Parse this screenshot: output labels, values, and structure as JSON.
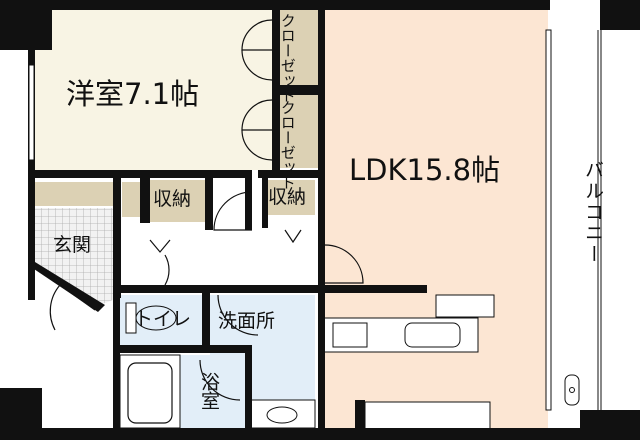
{
  "rooms": {
    "western_room": "洋室7.1帖",
    "ldk": "LDK15.8帖",
    "closet_1": "クローゼット",
    "closet_2": "クローゼット",
    "storage_1": "収納",
    "storage_2": "収納",
    "entrance": "玄関",
    "toilet": "トイレ",
    "washroom": "洗面所",
    "bathroom": "浴室",
    "balcony": "バルコニー"
  },
  "colors": {
    "wall": "#111111",
    "western_room": "#f8f4e4",
    "ldk": "#fce6d3",
    "storage": "#dcd1b4",
    "wet_area": "#e2eef8",
    "entrance_tile": "#e4e4e4"
  }
}
